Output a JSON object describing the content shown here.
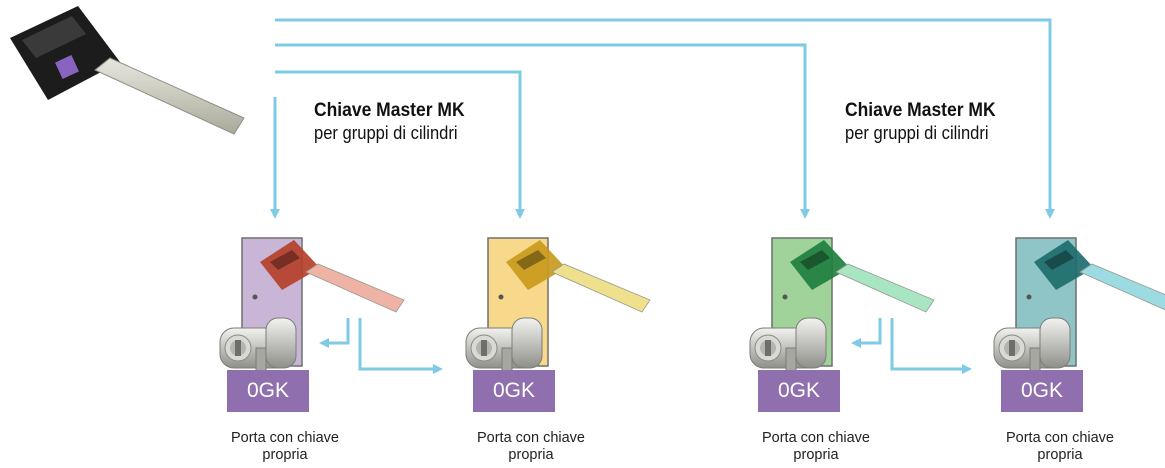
{
  "headings": [
    {
      "title": "Chiave Master MK",
      "subtitle": "per gruppi di cilindri"
    },
    {
      "title": "Chiave Master MK",
      "subtitle": "per gruppi di cilindri"
    }
  ],
  "doors": [
    {
      "badge": "0GK",
      "caption_line1": "Porta con chiave",
      "caption_line2": "propria",
      "door_color": "#c9b6d6",
      "key_color": "#b5402a",
      "blade_color": "#efb3a6"
    },
    {
      "badge": "0GK",
      "caption_line1": "Porta con chiave",
      "caption_line2": "propria",
      "door_color": "#f8d98b",
      "key_color": "#c99a1c",
      "blade_color": "#efe08e"
    },
    {
      "badge": "0GK",
      "caption_line1": "Porta con chiave",
      "caption_line2": "propria",
      "door_color": "#9fd39a",
      "key_color": "#1f7f3f",
      "blade_color": "#a8e6c3"
    },
    {
      "badge": "0GK",
      "caption_line1": "Porta con chiave",
      "caption_line2": "propria",
      "door_color": "#8fc5c6",
      "key_color": "#1e6d6e",
      "blade_color": "#9cdbe2"
    }
  ],
  "colors": {
    "arrow": "#7fcbe6",
    "badge": "#8f6fae",
    "master_key": "#1c1c1c",
    "master_key_accent": "#8a63c0"
  },
  "icons": [
    "master-key-icon",
    "door-icon",
    "cylinder-icon",
    "arrow-icon"
  ]
}
